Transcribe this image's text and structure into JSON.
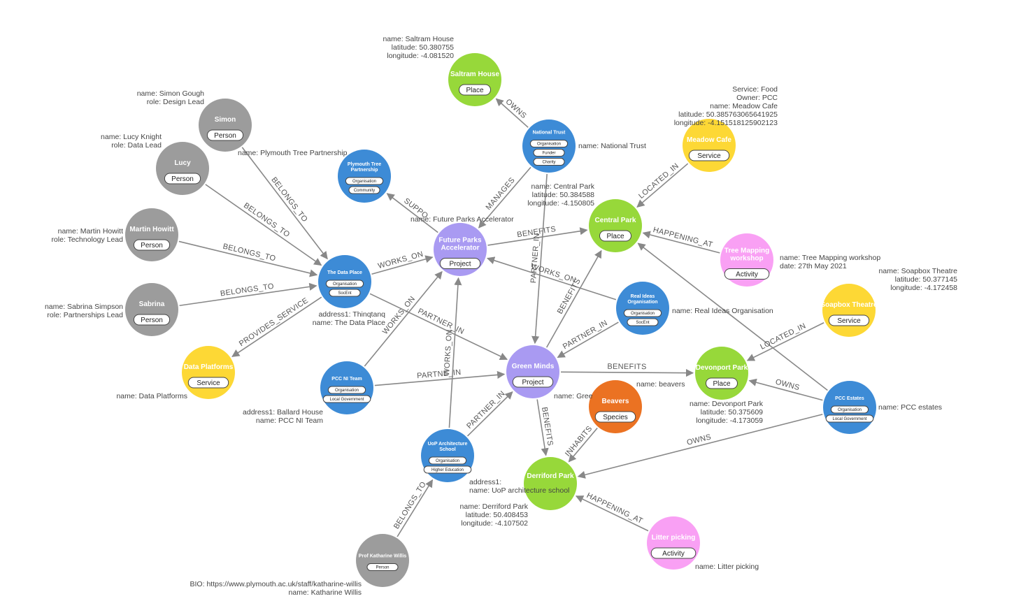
{
  "colors": {
    "Person": "#9c9c9c",
    "Organisation": "#3d8bd6",
    "Project": "#a99af2",
    "Place": "#97d83a",
    "Service": "#fdd835",
    "Activity": "#f9a0f4",
    "Species": "#eb7222",
    "edge": "#888888"
  },
  "nodes": [
    {
      "id": "saltram",
      "title": [
        "Saltram House"
      ],
      "kind": "Place",
      "tags": [
        "Place"
      ]
    },
    {
      "id": "simon",
      "title": [
        "Simon"
      ],
      "kind": "Person",
      "tags": [
        "Person"
      ]
    },
    {
      "id": "lucy",
      "title": [
        "Lucy"
      ],
      "kind": "Person",
      "tags": [
        "Person"
      ]
    },
    {
      "id": "martin",
      "title": [
        "Martin Howitt"
      ],
      "kind": "Person",
      "tags": [
        "Person"
      ]
    },
    {
      "id": "sabrina",
      "title": [
        "Sabrina"
      ],
      "kind": "Person",
      "tags": [
        "Person"
      ]
    },
    {
      "id": "dataplatforms",
      "title": [
        "Data Platforms"
      ],
      "kind": "Service",
      "tags": [
        "Service"
      ]
    },
    {
      "id": "dataplace",
      "title": [
        "The Data Place"
      ],
      "kind": "Organisation",
      "tags": [
        "Organisation",
        "SocEnt"
      ]
    },
    {
      "id": "ptp",
      "title": [
        "Plymouth Tree",
        "Partnership"
      ],
      "kind": "Organisation",
      "tags": [
        "Organisation",
        "Community"
      ]
    },
    {
      "id": "ntrust",
      "title": [
        "National Trust"
      ],
      "kind": "Organisation",
      "tags": [
        "Organisation",
        "Funder",
        "Charity"
      ]
    },
    {
      "id": "fpa",
      "title": [
        "Future Parks",
        "Accelerator"
      ],
      "kind": "Project",
      "tags": [
        "Project"
      ]
    },
    {
      "id": "centralpark",
      "title": [
        "Central Park"
      ],
      "kind": "Place",
      "tags": [
        "Place"
      ]
    },
    {
      "id": "meadowcafe",
      "title": [
        "Meadow Cafe"
      ],
      "kind": "Service",
      "tags": [
        "Service"
      ]
    },
    {
      "id": "treemap",
      "title": [
        "Tree Mapping",
        "workshop"
      ],
      "kind": "Activity",
      "tags": [
        "Activity"
      ]
    },
    {
      "id": "rio",
      "title": [
        "Real Ideas",
        "Organisation"
      ],
      "kind": "Organisation",
      "tags": [
        "Organisation",
        "SocEnt"
      ]
    },
    {
      "id": "soapbox",
      "title": [
        "Soapbox Theatre"
      ],
      "kind": "Service",
      "tags": [
        "Service"
      ]
    },
    {
      "id": "greenminds",
      "title": [
        "Green Minds"
      ],
      "kind": "Project",
      "tags": [
        "Project"
      ]
    },
    {
      "id": "devonport",
      "title": [
        "Devonport Park"
      ],
      "kind": "Place",
      "tags": [
        "Place"
      ]
    },
    {
      "id": "pccestates",
      "title": [
        "PCC Estates"
      ],
      "kind": "Organisation",
      "tags": [
        "Organisation",
        "Local Government"
      ]
    },
    {
      "id": "pccni",
      "title": [
        "PCC NI Team"
      ],
      "kind": "Organisation",
      "tags": [
        "Organisation",
        "Local Government"
      ]
    },
    {
      "id": "beavers",
      "title": [
        "Beavers"
      ],
      "kind": "Species",
      "tags": [
        "Species"
      ]
    },
    {
      "id": "uop",
      "title": [
        "UoP Architecture",
        "School"
      ],
      "kind": "Organisation",
      "tags": [
        "Organisation",
        "Higher Education"
      ]
    },
    {
      "id": "derriford",
      "title": [
        "Derriford Park"
      ],
      "kind": "Place",
      "tags": []
    },
    {
      "id": "litter",
      "title": [
        "Litter picking"
      ],
      "kind": "Activity",
      "tags": [
        "Activity"
      ]
    },
    {
      "id": "katharine",
      "title": [
        "Prof Katharine Willis"
      ],
      "kind": "Person",
      "tags": [
        "Person"
      ]
    }
  ],
  "edges": [
    {
      "from": "ntrust",
      "to": "saltram",
      "label": "OWNS"
    },
    {
      "from": "ntrust",
      "to": "fpa",
      "label": "MANAGES"
    },
    {
      "from": "fpa",
      "to": "ptp",
      "label": "SUPPO"
    },
    {
      "from": "simon",
      "to": "dataplace",
      "label": "BELONGS_TO"
    },
    {
      "from": "lucy",
      "to": "dataplace",
      "label": "BELONGS_TO"
    },
    {
      "from": "martin",
      "to": "dataplace",
      "label": "BELONGS_TO"
    },
    {
      "from": "sabrina",
      "to": "dataplace",
      "label": "BELONGS_TO"
    },
    {
      "from": "dataplace",
      "to": "dataplatforms",
      "label": "PROVIDES_SERVICE"
    },
    {
      "from": "dataplace",
      "to": "fpa",
      "label": "WORKS_ON"
    },
    {
      "from": "dataplace",
      "to": "greenminds",
      "label": "PARTNER_IN"
    },
    {
      "from": "fpa",
      "to": "centralpark",
      "label": "BENEFITS"
    },
    {
      "from": "meadowcafe",
      "to": "centralpark",
      "label": "LOCATED_IN"
    },
    {
      "from": "treemap",
      "to": "centralpark",
      "label": "HAPPENING_AT"
    },
    {
      "from": "ntrust",
      "to": "greenminds",
      "label": "PARTNER_IN"
    },
    {
      "from": "rio",
      "to": "fpa",
      "label": "WORKS_ON"
    },
    {
      "from": "rio",
      "to": "greenminds",
      "label": "PARTNER_IN"
    },
    {
      "from": "greenminds",
      "to": "centralpark",
      "label": "BENEFITS"
    },
    {
      "from": "pccestates",
      "to": "centralpark",
      "label": ""
    },
    {
      "from": "pccni",
      "to": "fpa",
      "label": "WORKS_ON"
    },
    {
      "from": "pccni",
      "to": "greenminds",
      "label": "PARTNE_IN"
    },
    {
      "from": "uop",
      "to": "fpa",
      "label": "WORKS_ON"
    },
    {
      "from": "uop",
      "to": "greenminds",
      "label": "PARTNER_IN"
    },
    {
      "from": "greenminds",
      "to": "devonport",
      "label": "BENEFITS"
    },
    {
      "from": "soapbox",
      "to": "devonport",
      "label": "LOCATED_IN"
    },
    {
      "from": "pccestates",
      "to": "devonport",
      "label": "OWNS"
    },
    {
      "from": "greenminds",
      "to": "derriford",
      "label": "BENEFITS"
    },
    {
      "from": "beavers",
      "to": "derriford",
      "label": "INHABITS"
    },
    {
      "from": "pccestates",
      "to": "derriford",
      "label": "OWNS"
    },
    {
      "from": "litter",
      "to": "derriford",
      "label": "HAPPENING_AT"
    },
    {
      "from": "katharine",
      "to": "uop",
      "label": "BELONGS_TO"
    }
  ],
  "properties": [
    {
      "id": "p-saltram",
      "lines": [
        "name: Saltram House",
        "latitude: 50.380755",
        "longitude: -4.081520"
      ]
    },
    {
      "id": "p-simon",
      "lines": [
        "name: Simon Gough",
        "role: Design Lead"
      ]
    },
    {
      "id": "p-lucy",
      "lines": [
        "name: Lucy Knight",
        "role: Data Lead"
      ]
    },
    {
      "id": "p-martin",
      "lines": [
        "name: Martin Howitt",
        "role: Technology Lead"
      ]
    },
    {
      "id": "p-sabrina",
      "lines": [
        "name: Sabrina Simpson",
        "role: Partnerships Lead"
      ]
    },
    {
      "id": "p-dataplatforms",
      "lines": [
        "name: Data Platforms"
      ]
    },
    {
      "id": "p-dataplace",
      "lines": [
        "address1: Thinqtanq",
        "name: The Data Place"
      ]
    },
    {
      "id": "p-ptp",
      "lines": [
        "name: Plymouth Tree Partnership"
      ]
    },
    {
      "id": "p-ntrust",
      "lines": [
        "name: National Trust"
      ]
    },
    {
      "id": "p-fpa",
      "lines": [
        "name: Future Parks Accelerator"
      ]
    },
    {
      "id": "p-centralpark",
      "lines": [
        "name: Central Park",
        "latitude: 50.384588",
        "longitude: -4.150805"
      ]
    },
    {
      "id": "p-meadowcafe",
      "lines": [
        "Service: Food",
        "Owner: PCC",
        "name: Meadow Cafe",
        "latitude: 50.385763065641925",
        "longitude: -4.151518125902123"
      ]
    },
    {
      "id": "p-treemap",
      "lines": [
        "name: Tree Mapping workshop",
        "date: 27th May 2021"
      ]
    },
    {
      "id": "p-rio",
      "lines": [
        "name: Real Ideas Organisation"
      ]
    },
    {
      "id": "p-soapbox",
      "lines": [
        "name: Soapbox Theatre",
        "latitude: 50.377145",
        "longitude: -4.172458"
      ]
    },
    {
      "id": "p-greenminds",
      "lines": [
        "name: Gree"
      ]
    },
    {
      "id": "p-beavers",
      "lines": [
        "name: beavers"
      ]
    },
    {
      "id": "p-devonport",
      "lines": [
        "name: Devonport Park",
        "latitude: 50.375609",
        "longitude: -4.173059"
      ]
    },
    {
      "id": "p-pccestates",
      "lines": [
        "name: PCC estates"
      ]
    },
    {
      "id": "p-pccni",
      "lines": [
        "address1: Ballard House",
        "name: PCC NI Team"
      ]
    },
    {
      "id": "p-uop",
      "lines": [
        "address1:",
        "name: UoP architecture school"
      ]
    },
    {
      "id": "p-derriford",
      "lines": [
        "name: Derriford Park",
        "latitude: 50.408453",
        "longitude: -4.107502"
      ]
    },
    {
      "id": "p-litter",
      "lines": [
        "name: Litter picking"
      ]
    },
    {
      "id": "p-katharine",
      "lines": [
        "BIO: https://www.plymouth.ac.uk/staff/katharine-willis",
        "name: Katharine Willis"
      ]
    }
  ]
}
